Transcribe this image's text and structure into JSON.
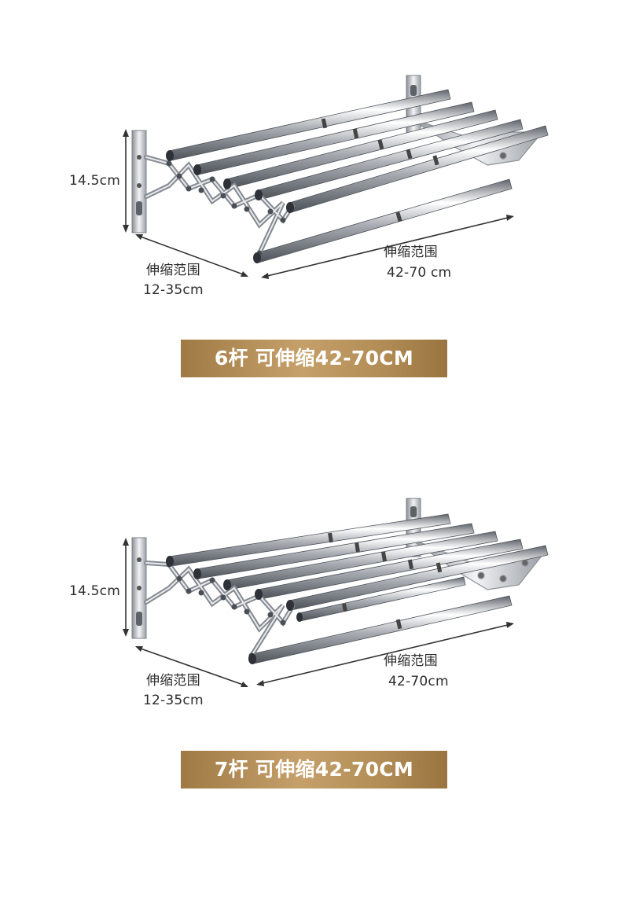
{
  "products": [
    {
      "id": "six",
      "height_label": "14.5cm",
      "depth_title": "伸缩范围",
      "depth_range": "12-35cm",
      "width_title": "伸缩范围",
      "width_range": "42-70 cm",
      "banner": "6杆 可伸缩42-70CM",
      "rods": 6
    },
    {
      "id": "seven",
      "height_label": "14.5cm",
      "depth_title": "伸缩范围",
      "depth_range": "12-35cm",
      "width_title": "伸缩范围",
      "width_range": "42-70cm",
      "banner": "7杆 可伸缩42-70CM",
      "rods": 7
    }
  ],
  "colors": {
    "banner_gold": "#b38d56",
    "steel_light": "#f4f5f7",
    "steel_dark": "#6f747c"
  }
}
